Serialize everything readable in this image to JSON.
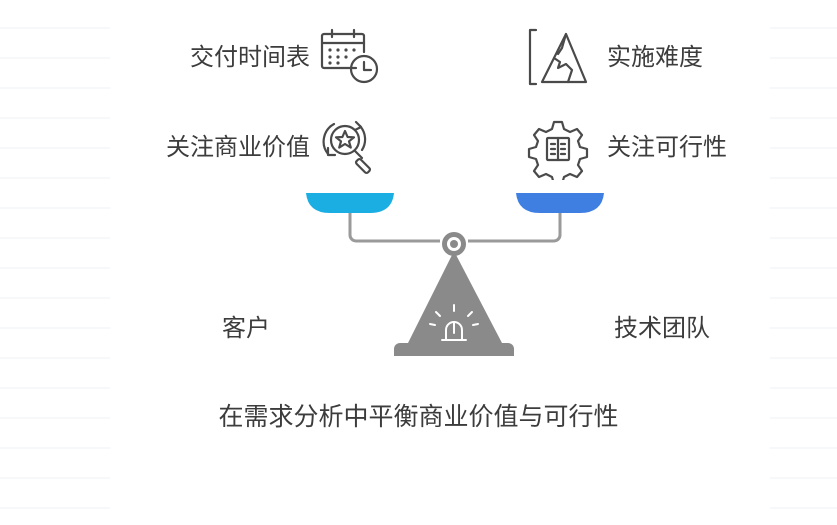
{
  "left": {
    "top_item": {
      "label": "交付时间表",
      "icon": "calendar-clock-icon"
    },
    "mid_item": {
      "label": "关注商业价值",
      "icon": "star-search-icon"
    },
    "side_label": "客户",
    "pan_color": "#1AAEE3"
  },
  "right": {
    "top_item": {
      "label": "实施难度",
      "icon": "mountain-icon"
    },
    "mid_item": {
      "label": "关注可行性",
      "icon": "gear-document-icon"
    },
    "side_label": "技术团队",
    "pan_color": "#3F7FE2"
  },
  "caption": "在需求分析中平衡商业价值与可行性",
  "colors": {
    "beam": "#9a9a9a",
    "base": "#8a8a8a",
    "icon_stroke": "#4a4a4a"
  }
}
